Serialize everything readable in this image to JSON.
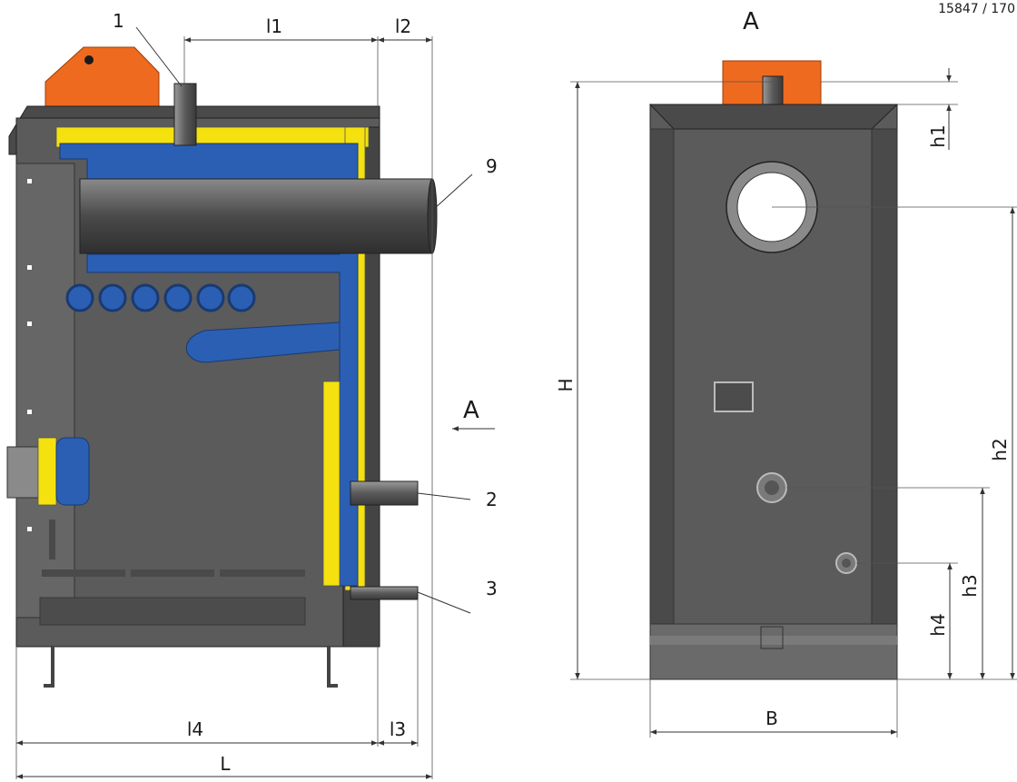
{
  "colors": {
    "body": "#5b5b5b",
    "body_dark": "#3f3f3f",
    "orange": "#ee6a1e",
    "yellow": "#f4e10f",
    "blue": "#2a5fb4"
  },
  "corner_text": "15847 / 170",
  "callouts": {
    "c1": "1",
    "c9": "9",
    "c2": "2",
    "c3": "3"
  },
  "dimensions": {
    "l1": "l1",
    "l2": "l2",
    "l3": "l3",
    "l4": "l4",
    "L": "L",
    "H": "H",
    "B": "B",
    "h1": "h1",
    "h2": "h2",
    "h3": "h3",
    "h4": "h4"
  },
  "view_label": "A",
  "view_arrow_label": "A"
}
